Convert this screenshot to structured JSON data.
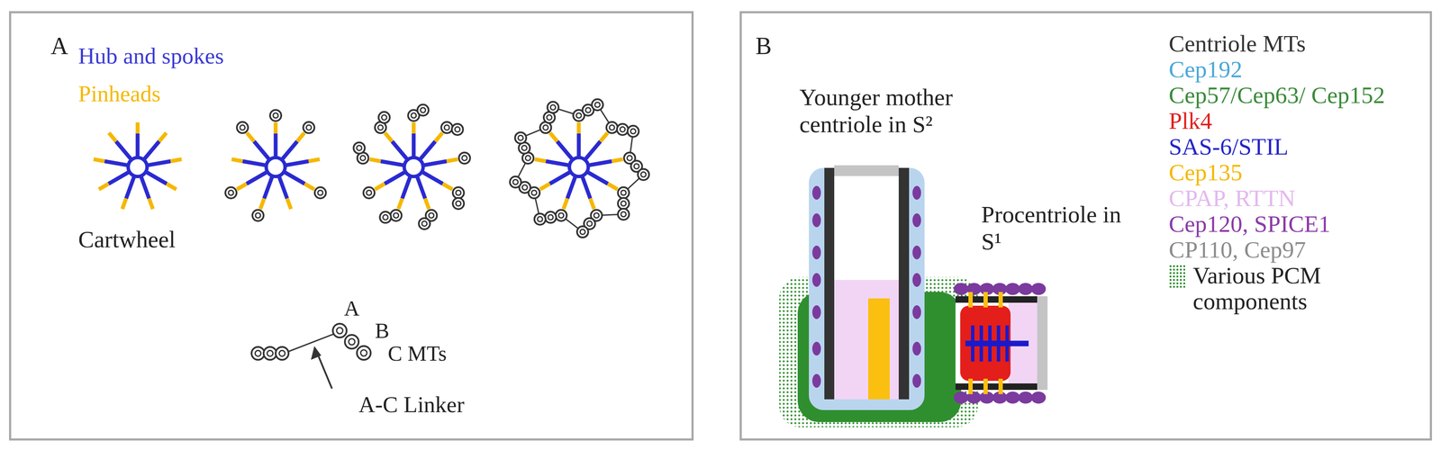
{
  "diagram": {
    "nodes": [
      {
        "text": [
          "A"
        ]
      },
      {
        "text": [
          "B"
        ]
      }
    ],
    "labels": [
      "Hub and spokes",
      "Pinheads",
      "Cartwheel",
      "A",
      "B",
      "C MTs",
      "A-C Linker",
      "Younger mother centriole in S²",
      "Procentriole in S¹"
    ],
    "legend": [
      {
        "text": "Centriole MTs",
        "color": "#333333"
      },
      {
        "text": "Cep192",
        "color": "#4aa8d8"
      },
      {
        "text": "Cep57/Cep63/ Cep152",
        "color": "#3a8a3a"
      },
      {
        "text": "Plk4",
        "color": "#e0201c"
      },
      {
        "text": "SAS-6/STIL",
        "color": "#2424c8"
      },
      {
        "text": "Cep135",
        "color": "#f5b800"
      },
      {
        "text": "CPAP, RTTN",
        "color": "#e3b9ee"
      },
      {
        "text": "Cep120, SPICE1",
        "color": "#8a3aa8"
      },
      {
        "text": "CP110, Cep97",
        "color": "#8c8c8c"
      },
      {
        "text": "Various PCM components"
      }
    ]
  }
}
